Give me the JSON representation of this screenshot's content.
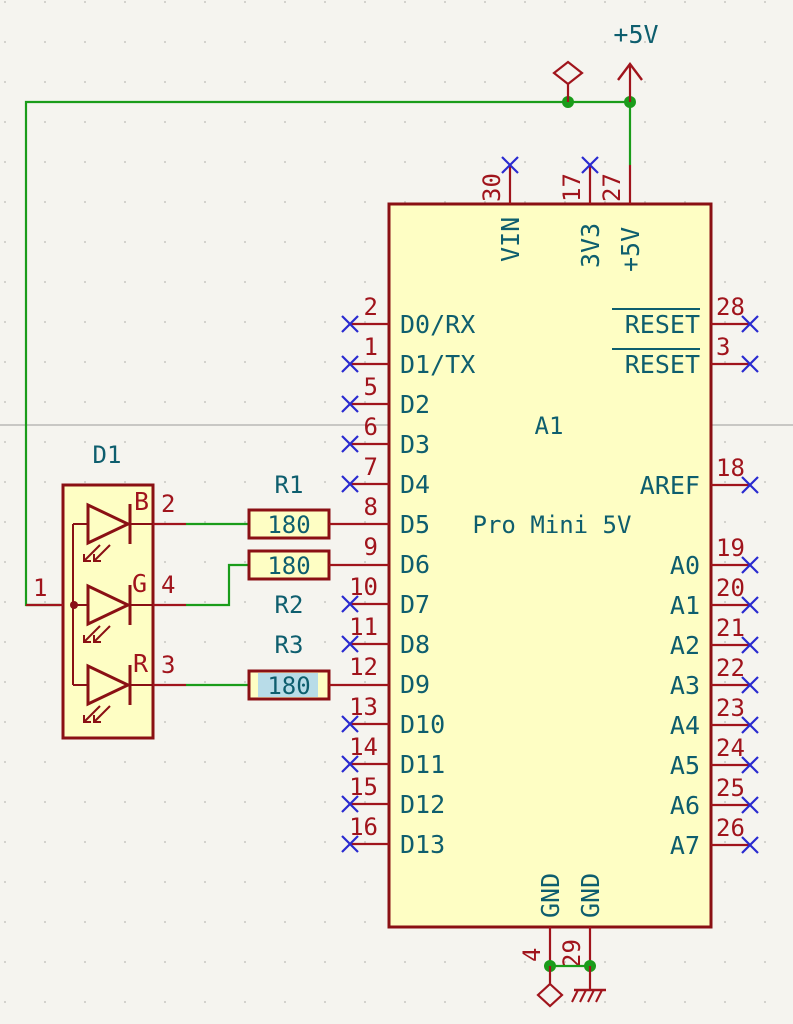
{
  "power": {
    "label": "+5V"
  },
  "arduino": {
    "ref": "A1",
    "value": "Pro Mini 5V",
    "top_pins": [
      {
        "num": "30",
        "name": "VIN"
      },
      {
        "num": "17",
        "name": "3V3"
      },
      {
        "num": "27",
        "name": "+5V"
      }
    ],
    "left_pins": [
      {
        "num": "2",
        "name": "D0/RX"
      },
      {
        "num": "1",
        "name": "D1/TX"
      },
      {
        "num": "5",
        "name": "D2"
      },
      {
        "num": "6",
        "name": "D3"
      },
      {
        "num": "7",
        "name": "D4"
      },
      {
        "num": "8",
        "name": "D5"
      },
      {
        "num": "9",
        "name": "D6"
      },
      {
        "num": "10",
        "name": "D7"
      },
      {
        "num": "11",
        "name": "D8"
      },
      {
        "num": "12",
        "name": "D9"
      },
      {
        "num": "13",
        "name": "D10"
      },
      {
        "num": "14",
        "name": "D11"
      },
      {
        "num": "15",
        "name": "D12"
      },
      {
        "num": "16",
        "name": "D13"
      }
    ],
    "right_pins": [
      {
        "num": "28",
        "name": "RESET"
      },
      {
        "num": "3",
        "name": "RESET"
      },
      {
        "num": "18",
        "name": "AREF"
      },
      {
        "num": "19",
        "name": "A0"
      },
      {
        "num": "20",
        "name": "A1"
      },
      {
        "num": "21",
        "name": "A2"
      },
      {
        "num": "22",
        "name": "A3"
      },
      {
        "num": "23",
        "name": "A4"
      },
      {
        "num": "24",
        "name": "A5"
      },
      {
        "num": "25",
        "name": "A6"
      },
      {
        "num": "26",
        "name": "A7"
      }
    ],
    "bottom_pins": [
      {
        "num": "4",
        "name": "GND"
      },
      {
        "num": "29",
        "name": "GND"
      }
    ]
  },
  "led": {
    "ref": "D1",
    "common_pin": "1",
    "channels": [
      {
        "letter": "B",
        "pin": "2"
      },
      {
        "letter": "G",
        "pin": "4"
      },
      {
        "letter": "R",
        "pin": "3"
      }
    ]
  },
  "resistors": [
    {
      "ref": "R1",
      "value": "180"
    },
    {
      "ref": "R2",
      "value": "180"
    },
    {
      "ref": "R3",
      "value": "180"
    }
  ]
}
